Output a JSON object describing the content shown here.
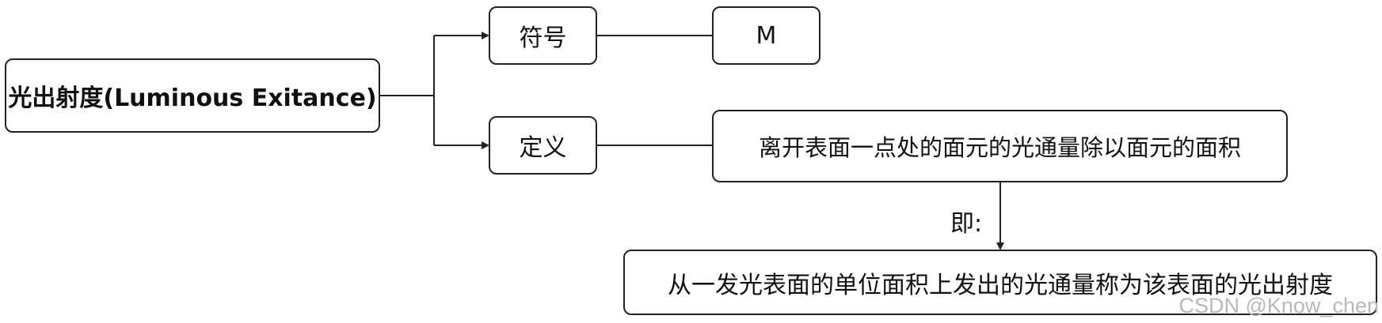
{
  "root": {
    "label": "光出射度(Luminous Exitance)"
  },
  "branches": [
    {
      "label": "符号",
      "value": "M"
    },
    {
      "label": "定义",
      "value": "离开表面一点处的面元的光通量除以面元的面积"
    }
  ],
  "connector_label": "即:",
  "result": {
    "label": "从一发光表面的单位面积上发出的光通量称为该表面的光出射度"
  },
  "watermark": "CSDN @Know_chen",
  "colors": {
    "stroke": "#222222",
    "text": "#111111",
    "watermark": "#b8b8b8"
  }
}
